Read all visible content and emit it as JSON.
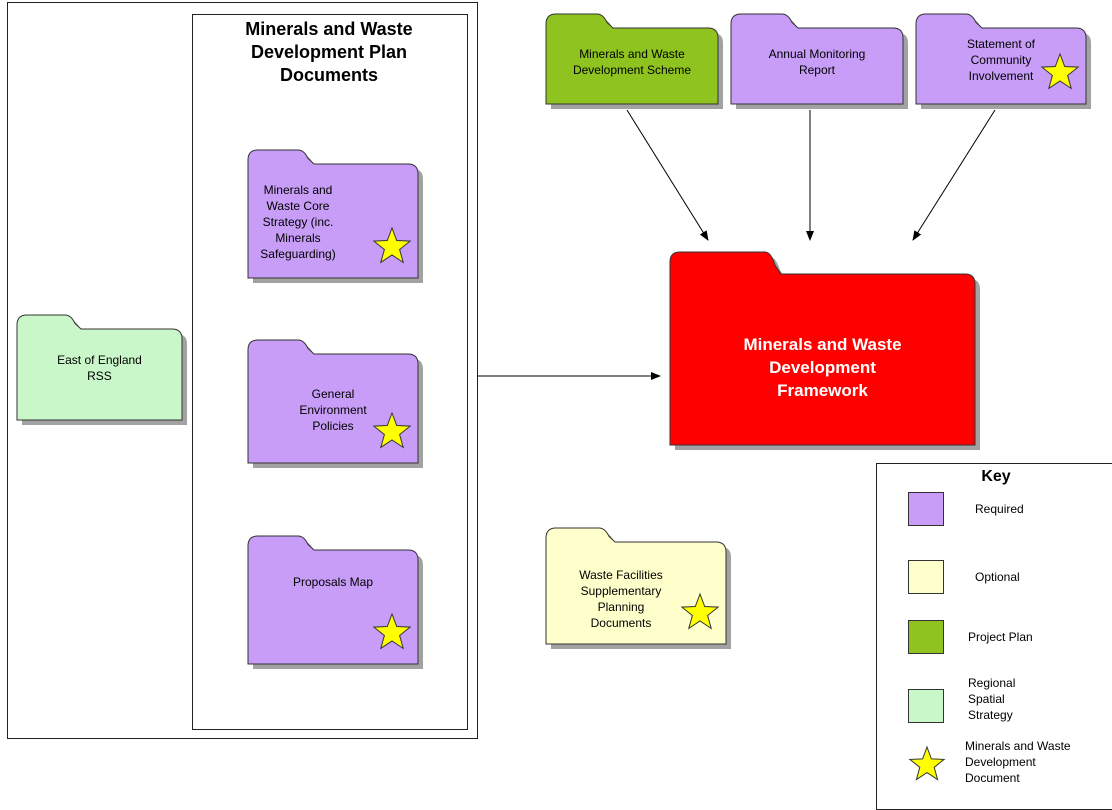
{
  "colors": {
    "required": "#c79df7",
    "optional": "#ffffcc",
    "project_plan": "#8fc31f",
    "regional": "#c9f7c9",
    "framework": "#ff0000",
    "star": "#ffff00"
  },
  "panel": {
    "title": "Minerals and Waste\nDevelopment Plan\nDocuments"
  },
  "folders": {
    "core_strategy": "Minerals and\nWaste Core\nStrategy (inc.\nMinerals\nSafeguarding)",
    "general_env": "General\nEnvironment\nPolicies",
    "proposals_map": "Proposals Map",
    "east_england": "East of England\nRSS",
    "dev_scheme": "Minerals and Waste\nDevelopment Scheme",
    "annual_report": "Annual Monitoring\nReport",
    "community": "Statement of\nCommunity\nInvolvement",
    "framework": "Minerals and Waste\nDevelopment\nFramework",
    "waste_spd": "Waste Facilities\nSupplementary\nPlanning\nDocuments"
  },
  "key": {
    "title": "Key",
    "required": "Required",
    "optional": "Optional",
    "project_plan": "Project Plan",
    "regional": "Regional\nSpatial\nStrategy",
    "mwdd": "Minerals and Waste\nDevelopment\nDocument"
  },
  "icons": [
    "folder-icon",
    "star-icon",
    "arrow-icon"
  ]
}
